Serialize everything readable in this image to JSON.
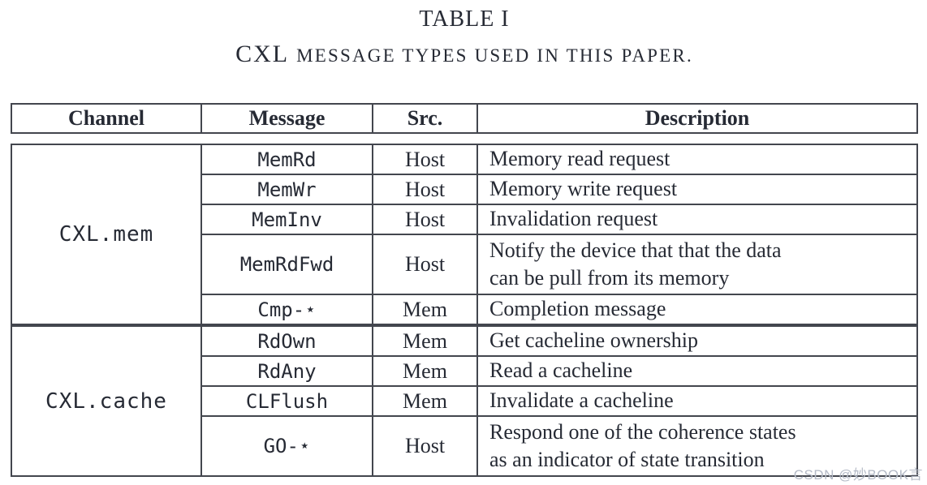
{
  "title": "TABLE I",
  "caption": {
    "prefix": "CXL",
    "rest": "MESSAGE TYPES USED IN THIS PAPER."
  },
  "table": {
    "headers": [
      "Channel",
      "Message",
      "Src.",
      "Description"
    ],
    "sections": [
      {
        "channel": "CXL.mem",
        "rows": [
          {
            "message": "MemRd",
            "src": "Host",
            "description": "Memory read request"
          },
          {
            "message": "MemWr",
            "src": "Host",
            "description": "Memory write request"
          },
          {
            "message": "MemInv",
            "src": "Host",
            "description": "Invalidation request"
          },
          {
            "message": "MemRdFwd",
            "src": "Host",
            "description": "Notify the device that that the data\ncan be pull from its memory"
          },
          {
            "message": "Cmp-⋆",
            "src": "Mem",
            "description": "Completion message"
          }
        ]
      },
      {
        "channel": "CXL.cache",
        "rows": [
          {
            "message": "RdOwn",
            "src": "Mem",
            "description": "Get cacheline ownership"
          },
          {
            "message": "RdAny",
            "src": "Mem",
            "description": "Read a cacheline"
          },
          {
            "message": "CLFlush",
            "src": "Mem",
            "description": "Invalidate a cacheline"
          },
          {
            "message": "GO-⋆",
            "src": "Host",
            "description": "Respond one of the coherence states\nas an indicator of state transition"
          }
        ]
      }
    ]
  },
  "watermark": "CSDN @妙BOOK言",
  "colors": {
    "text": "#262a34",
    "border": "#43464e",
    "watermark": "#b5bbc7"
  }
}
